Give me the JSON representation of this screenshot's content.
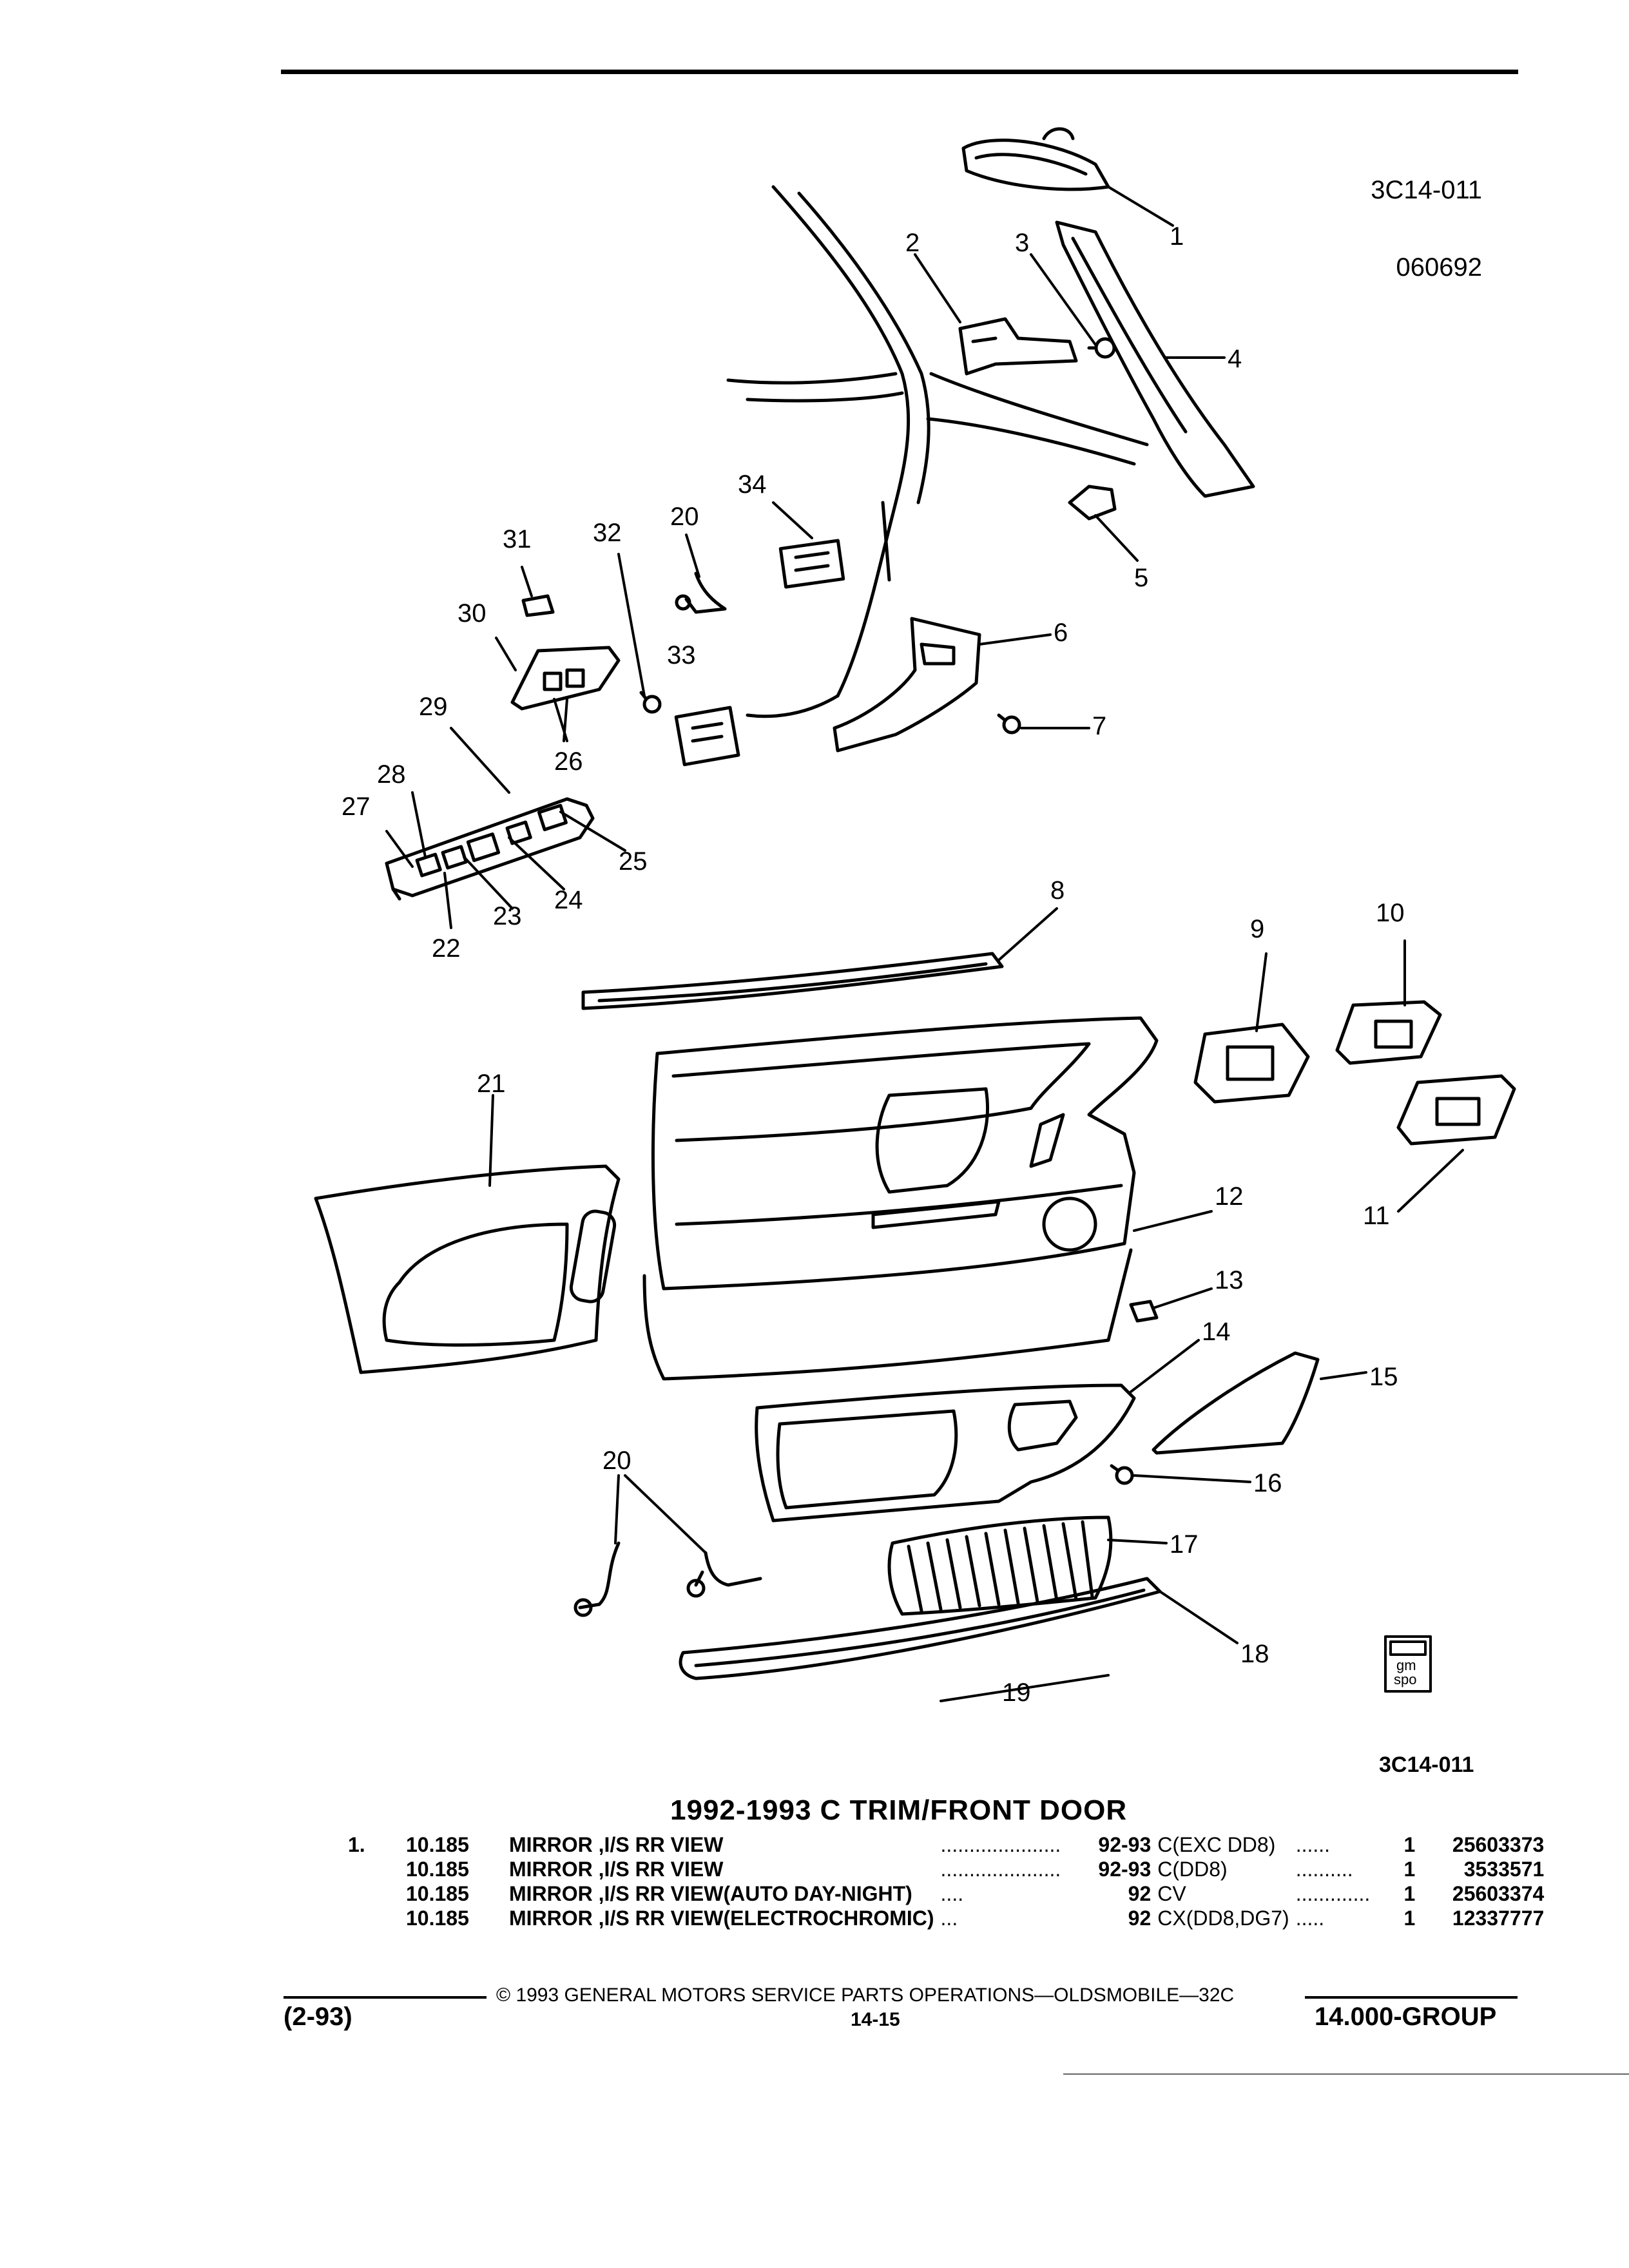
{
  "illustration_code_top": [
    "3C14-011",
    "060692"
  ],
  "illustration_code_bottom": "3C14-011",
  "callouts": [
    "1",
    "2",
    "3",
    "4",
    "5",
    "6",
    "7",
    "8",
    "9",
    "10",
    "11",
    "12",
    "13",
    "14",
    "15",
    "16",
    "17",
    "18",
    "19",
    "20",
    "20",
    "21",
    "22",
    "23",
    "24",
    "25",
    "26",
    "27",
    "28",
    "29",
    "30",
    "31",
    "32",
    "33",
    "34"
  ],
  "badge_text": [
    "gm",
    "spo"
  ],
  "section_title": "1992-1993 C TRIM/FRONT DOOR",
  "parts": [
    {
      "item": "1.",
      "group": "10.185",
      "name": "MIRROR ,I/S RR VIEW",
      "dots": ".....................",
      "years": "92-93",
      "model": "C(EXC DD8)",
      "dots2": "......",
      "qty": "1",
      "part_no": "25603373"
    },
    {
      "item": "",
      "group": "10.185",
      "name": "MIRROR ,I/S RR VIEW",
      "dots": ".....................",
      "years": "92-93",
      "model": "C(DD8)",
      "dots2": "..........",
      "qty": "1",
      "part_no": "3533571"
    },
    {
      "item": "",
      "group": "10.185",
      "name": "MIRROR ,I/S RR VIEW(AUTO DAY-NIGHT)",
      "dots": "....",
      "years": "92",
      "model": "CV",
      "dots2": ".............",
      "qty": "1",
      "part_no": "25603374"
    },
    {
      "item": "",
      "group": "10.185",
      "name": "MIRROR ,I/S RR VIEW(ELECTROCHROMIC)",
      "dots": "...",
      "years": "92",
      "model": "CX(DD8,DG7)",
      "dots2": ".....",
      "qty": "1",
      "part_no": "12337777"
    }
  ],
  "footer": {
    "copyright": "© 1993 GENERAL MOTORS SERVICE PARTS OPERATIONS—OLDSMOBILE—32C",
    "date": "(2-93)",
    "page": "14-15",
    "group": "14.000-GROUP"
  }
}
